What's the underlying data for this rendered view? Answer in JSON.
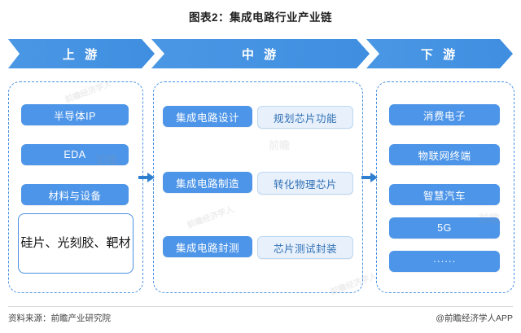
{
  "title": "图表2：集成电路行业产业链",
  "band": {
    "upstream": "上  游",
    "midstream": "中  游",
    "downstream": "下  游"
  },
  "upstream": {
    "items": [
      {
        "label": "半导体IP"
      },
      {
        "label": "EDA"
      },
      {
        "label": "材料与设备"
      }
    ],
    "materials": "硅片、光刻胶、靶材"
  },
  "midstream": {
    "stages": [
      {
        "label": "集成电路设计",
        "desc": "规划芯片功能"
      },
      {
        "label": "集成电路制造",
        "desc": "转化物理芯片"
      },
      {
        "label": "集成电路封测",
        "desc": "芯片测试封装"
      }
    ]
  },
  "downstream": {
    "items": [
      {
        "label": "消费电子"
      },
      {
        "label": "物联网终端"
      },
      {
        "label": "智慧汽车"
      },
      {
        "label": "5G"
      },
      {
        "label": "······"
      }
    ]
  },
  "footer": {
    "source": "资料来源：前瞻产业研究院",
    "brand": "@前瞻经济学人APP"
  },
  "watermarks": {
    "text": "前瞻经济学人",
    "logo": "前瞻"
  },
  "colors": {
    "accent": "#4a90e2",
    "pill": "#4d95e8",
    "pill_light": "#e8f1fb",
    "pill_light_text": "#2f6fb5"
  }
}
